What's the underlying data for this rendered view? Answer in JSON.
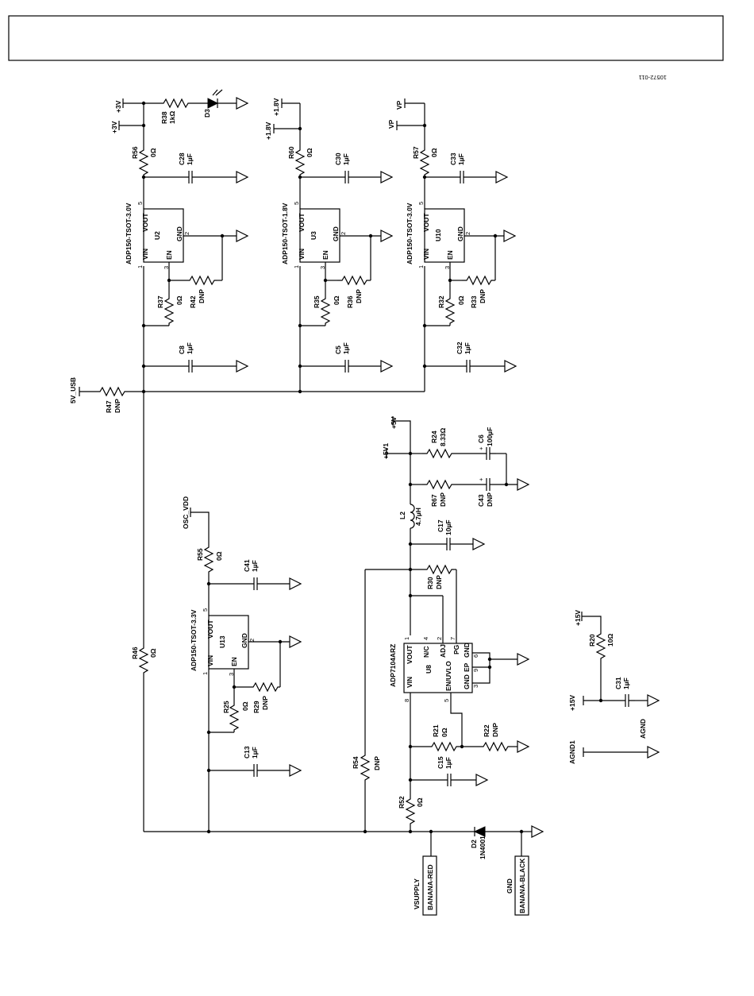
{
  "figure_id": "10572-011",
  "header_box_text": "",
  "labels": {
    "usb": "5V_USB",
    "osc_vdd": "OSC_VDD",
    "p3v": "+3V",
    "p1v8": "+1.8V",
    "vp": "VP",
    "p5v": "+5V",
    "p5v1": "+5V1",
    "p15v": "+15V",
    "agnd1": "AGND1",
    "agnd": "AGND",
    "vsupply": "VSUPPLY",
    "gnd": "GND"
  },
  "connectors": {
    "red": "BANANA-RED",
    "black": "BANANA-BLACK"
  },
  "regulators": {
    "u2": {
      "ref": "U2",
      "part": "ADP150-TSOT-3.0V",
      "vin": "VIN",
      "vout": "VOUT",
      "gnd": "GND",
      "en": "EN",
      "p1": "1",
      "p2": "2",
      "p3": "3",
      "p5": "5"
    },
    "u3": {
      "ref": "U3",
      "part": "ADP150-TSOT-1.8V",
      "vin": "VIN",
      "vout": "VOUT",
      "gnd": "GND",
      "en": "EN",
      "p1": "1",
      "p2": "2",
      "p3": "3",
      "p5": "5"
    },
    "u10": {
      "ref": "U10",
      "part": "ADP150-TSOT-3.0V",
      "vin": "VIN",
      "vout": "VOUT",
      "gnd": "GND",
      "en": "EN",
      "p1": "1",
      "p2": "2",
      "p3": "3",
      "p5": "5"
    },
    "u13": {
      "ref": "U13",
      "part": "ADP150-TSOT-3.3V",
      "vin": "VIN",
      "vout": "VOUT",
      "gnd": "GND",
      "en": "EN",
      "p1": "1",
      "p2": "2",
      "p3": "3",
      "p5": "5"
    }
  },
  "u8": {
    "ref": "U8",
    "part": "ADP7104ARZ",
    "vout": "VOUT",
    "nc": "N/C",
    "adj": "ADJ",
    "pg": "PG",
    "gnd": "GND",
    "ep": "EP",
    "vin": "VIN",
    "enuvlo": "EN/UVLO",
    "gnd2": "GND",
    "p1": "1",
    "p4": "4",
    "p2": "2",
    "p7": "7",
    "p6": "6",
    "p9": "9",
    "p3": "3",
    "p8": "8",
    "p5": "5"
  },
  "parts": {
    "r38": {
      "ref": "R38",
      "val": "1kΩ"
    },
    "d3": {
      "ref": "D3",
      "val": ""
    },
    "r56": {
      "ref": "R56",
      "val": "0Ω"
    },
    "c28": {
      "ref": "C28",
      "val": "1µF"
    },
    "r37": {
      "ref": "R37",
      "val": "0Ω"
    },
    "r42": {
      "ref": "R42",
      "val": "DNP"
    },
    "c8": {
      "ref": "C8",
      "val": "1µF"
    },
    "r60": {
      "ref": "R60",
      "val": "0Ω"
    },
    "c30": {
      "ref": "C30",
      "val": "1µF"
    },
    "r35": {
      "ref": "R35",
      "val": "0Ω"
    },
    "r36": {
      "ref": "R36",
      "val": "DNP"
    },
    "c5": {
      "ref": "C5",
      "val": "1µF"
    },
    "r57": {
      "ref": "R57",
      "val": "0Ω"
    },
    "c33": {
      "ref": "C33",
      "val": "1µF"
    },
    "r32": {
      "ref": "R32",
      "val": "0Ω"
    },
    "r33": {
      "ref": "R33",
      "val": "DNP"
    },
    "c32": {
      "ref": "C32",
      "val": "1µF"
    },
    "r47": {
      "ref": "R47",
      "val": "DNP"
    },
    "r24": {
      "ref": "R24",
      "val": "8.33Ω"
    },
    "c6": {
      "ref": "C6",
      "val": "100µF"
    },
    "r67": {
      "ref": "R67",
      "val": "DNP"
    },
    "c43": {
      "ref": "C43",
      "val": "DNP"
    },
    "l2": {
      "ref": "L2",
      "val": "4.7µH"
    },
    "c17": {
      "ref": "C17",
      "val": "10µF"
    },
    "r30": {
      "ref": "R30",
      "val": "DNP"
    },
    "r55": {
      "ref": "R55",
      "val": "0Ω"
    },
    "c41": {
      "ref": "C41",
      "val": "1µF"
    },
    "r29": {
      "ref": "R29",
      "val": "DNP"
    },
    "r25": {
      "ref": "R25",
      "val": "0Ω"
    },
    "c13": {
      "ref": "C13",
      "val": "1µF"
    },
    "r46": {
      "ref": "R46",
      "val": "0Ω"
    },
    "r54": {
      "ref": "R54",
      "val": "DNP"
    },
    "r21": {
      "ref": "R21",
      "val": "0Ω"
    },
    "r22": {
      "ref": "R22",
      "val": "DNP"
    },
    "c15": {
      "ref": "C15",
      "val": "1µF"
    },
    "r52": {
      "ref": "R52",
      "val": "0Ω"
    },
    "d2": {
      "ref": "D2",
      "val": "1N4001"
    },
    "r20": {
      "ref": "R20",
      "val": "10Ω"
    },
    "c31": {
      "ref": "C31",
      "val": "1µF"
    }
  }
}
